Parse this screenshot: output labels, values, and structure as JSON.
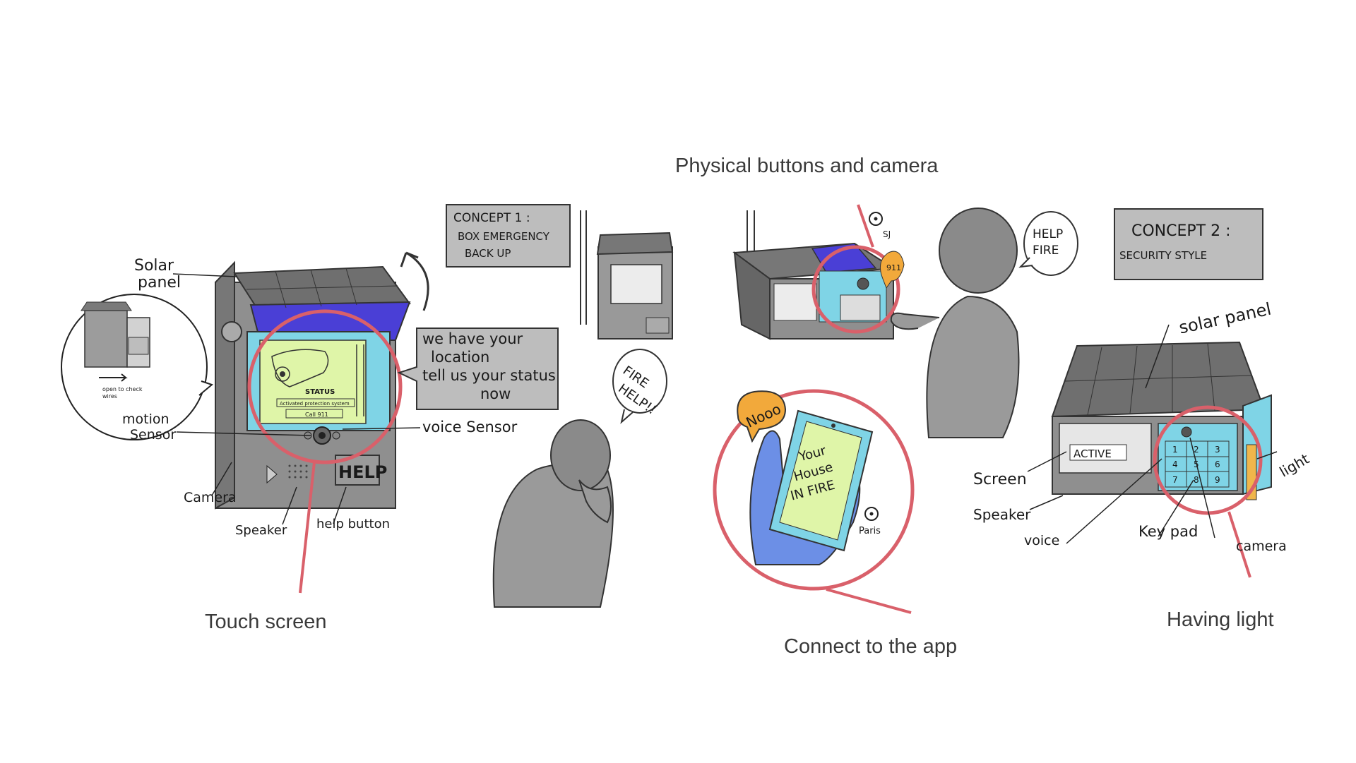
{
  "captions": {
    "physical_buttons": "Physical buttons and camera",
    "touch_screen": "Touch screen",
    "connect_app": "Connect to the app",
    "having_light": "Having light"
  },
  "concept1": {
    "title": "CONCEPT 1 :",
    "line1": "BOX EMERGENCY",
    "line2": "BACK UP",
    "labels": {
      "solar_line1": "Solar",
      "solar_line2": "panel",
      "motion_line1": "motion",
      "motion_line2": "Sensor",
      "camera": "Camera",
      "speaker": "Speaker",
      "help_button": "help button",
      "voice_sensor": "voice Sensor",
      "open_line1": "open to check",
      "open_line2": "wires"
    },
    "screen": {
      "status": "STATUS",
      "activated": "Activated protection system",
      "call": "Call 911"
    },
    "help_sign": "HELP",
    "bubble_lines": [
      "we have your",
      "location",
      "tell us your status",
      "now"
    ]
  },
  "person1": {
    "speech_line1": "FIRE",
    "speech_line2": "HELP!!"
  },
  "concept2": {
    "title": "CONCEPT 2 :",
    "subtitle": "SECURITY STYLE",
    "labels": {
      "solar_panel": "solar panel",
      "screen": "Screen",
      "speaker": "Speaker",
      "voice": "voice",
      "keypad": "Key pad",
      "light": "light",
      "camera": "camera"
    },
    "active": "ACTIVE",
    "keys": [
      "1",
      "2",
      "3",
      "4",
      "5",
      "6",
      "7",
      "8",
      "9"
    ]
  },
  "person2": {
    "speech_line1": "HELP",
    "speech_line2": "FIRE"
  },
  "app": {
    "nooo": "Nooo",
    "phone_line1": "Your",
    "phone_line2": "House",
    "phone_line3": "IN FIRE",
    "city": "Paris"
  },
  "map_pin_label": "SJ",
  "bubble_911": "911",
  "colors": {
    "highlight_ring": "#d9606a",
    "solar_blue": "#4a3fd6",
    "screen_cyan": "#7fd4e6",
    "screen_green": "#dff5a8",
    "body_grey": "#8a8a8a",
    "person_grey": "#9a9a9a",
    "phone_blue": "#6c8fe6",
    "bubble_orange": "#f2a93b",
    "light_strip": "#f0b64b"
  }
}
